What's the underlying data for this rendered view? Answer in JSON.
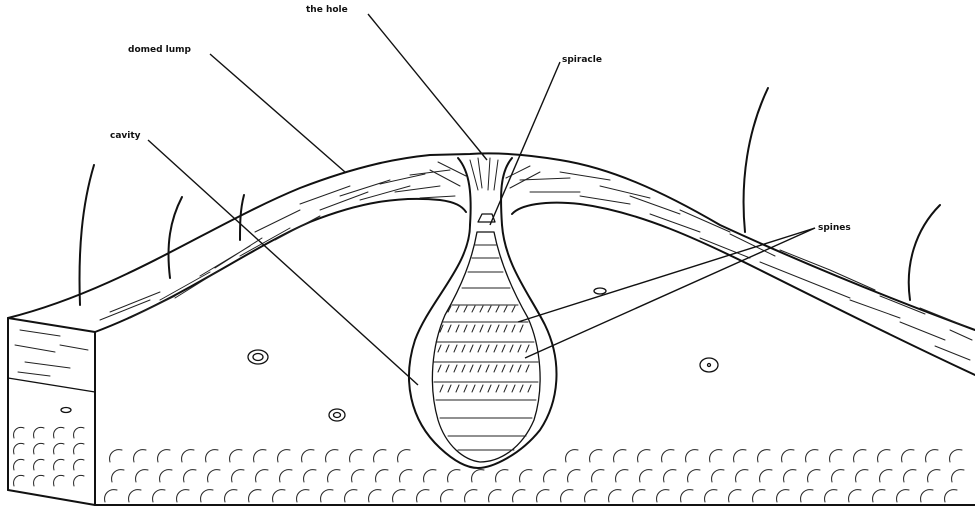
{
  "labels": {
    "the_hole": "the hole",
    "domed_lump": "domed lump",
    "spiracle": "spiracle",
    "cavity": "cavity",
    "spines": "spines"
  }
}
